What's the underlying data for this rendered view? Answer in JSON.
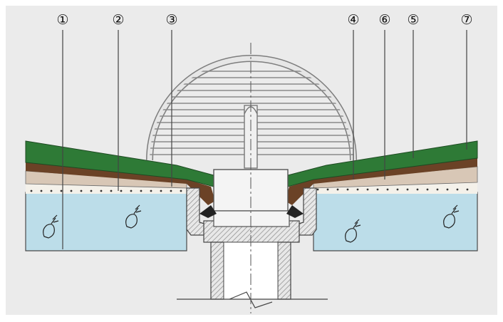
{
  "callouts": [
    {
      "id": "1",
      "label": "①"
    },
    {
      "id": "2",
      "label": "②"
    },
    {
      "id": "3",
      "label": "③"
    },
    {
      "id": "4",
      "label": "④"
    },
    {
      "id": "6",
      "label": "⑥"
    },
    {
      "id": "5",
      "label": "⑤"
    },
    {
      "id": "7",
      "label": "⑦"
    }
  ],
  "colors": {
    "background": "#ffffff",
    "panel": "#ebebeb",
    "green_layer": "#2e7a36",
    "brown_layer": "#6b4226",
    "tan_layer": "#d8c7b6",
    "gravel_layer": "#f2efe9",
    "insulation": "#bcdde9",
    "drain_body": "#e9e9e9",
    "hatch": "#8a8a8a",
    "outline": "#444444"
  },
  "icons": [
    "insulation-mark-icon",
    "insulation-mark-icon",
    "insulation-mark-icon",
    "insulation-mark-icon"
  ]
}
